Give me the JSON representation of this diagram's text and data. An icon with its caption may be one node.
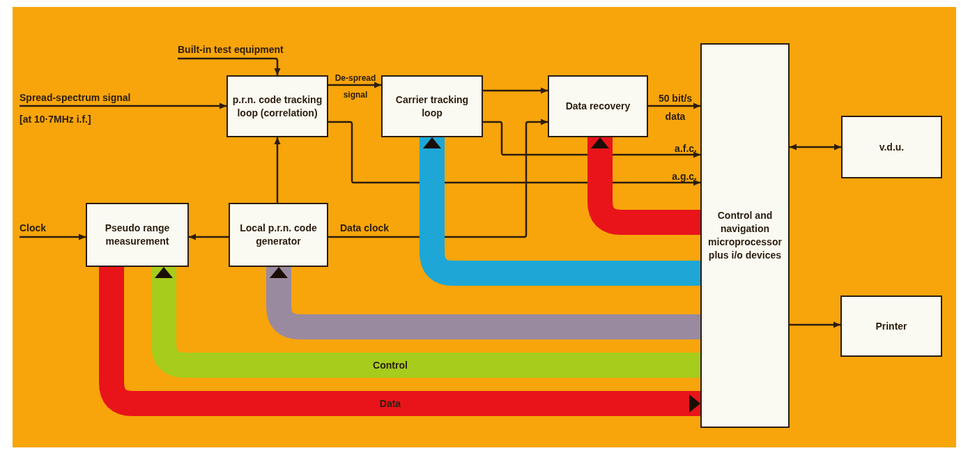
{
  "diagram": {
    "nodes": [
      {
        "text": [
          "p.r.n. code tracking loop (correlation)"
        ]
      },
      {
        "text": [
          "Carrier tracking loop"
        ]
      },
      {
        "text": [
          "Data recovery"
        ]
      },
      {
        "text": [
          "Control and navigation microprocessor plus i/o devices"
        ]
      },
      {
        "text": [
          "v.d.u."
        ]
      },
      {
        "text": [
          "Pseudo range measurement"
        ]
      },
      {
        "text": [
          "Local p.r.n. code generator"
        ]
      },
      {
        "text": [
          "Printer"
        ]
      }
    ],
    "edges": [
      {
        "from": null,
        "to": 0,
        "arrow": "to",
        "label": "Built-in test equipment"
      },
      {
        "from": null,
        "to": 0,
        "arrow": "to",
        "label": "Spread-spectrum signal"
      },
      {
        "from": 0,
        "to": 1,
        "arrow": "to",
        "label": "De-spread signal"
      },
      {
        "from": 1,
        "to": 2,
        "arrow": "to"
      },
      {
        "from": 2,
        "to": 3,
        "arrow": "to",
        "label": "50 bit/s data"
      },
      {
        "from": 1,
        "to": 3,
        "arrow": "to",
        "label": "a.f.c."
      },
      {
        "from": 0,
        "to": 3,
        "arrow": "to",
        "label": "a.g.c."
      },
      {
        "from": 3,
        "to": 4,
        "arrow": "both"
      },
      {
        "from": null,
        "to": 5,
        "arrow": "to",
        "label": "Clock"
      },
      {
        "from": 6,
        "to": 5,
        "arrow": "to"
      },
      {
        "from": 6,
        "to": 0,
        "arrow": "to"
      },
      {
        "from": 6,
        "to": 2,
        "arrow": "to",
        "label": "Data clock"
      },
      {
        "from": 3,
        "to": 7,
        "arrow": "to"
      },
      {
        "from": 3,
        "to": 1,
        "arrow": "to",
        "style": "thick",
        "color": "#1ea7d6"
      },
      {
        "from": 3,
        "to": 2,
        "arrow": "to",
        "style": "thick",
        "color": "#e8141a"
      },
      {
        "from": 3,
        "to": 6,
        "arrow": "to",
        "style": "thick",
        "color": "#9a8aa0"
      },
      {
        "from": 3,
        "to": 5,
        "arrow": "to",
        "style": "thick",
        "color": "#a6cc1c",
        "label": "Control"
      },
      {
        "from": 5,
        "to": 3,
        "arrow": "to",
        "style": "thick",
        "color": "#e8141a",
        "label": "Data"
      }
    ],
    "labels": [
      "[at 10·7MHz i.f.]"
    ]
  }
}
